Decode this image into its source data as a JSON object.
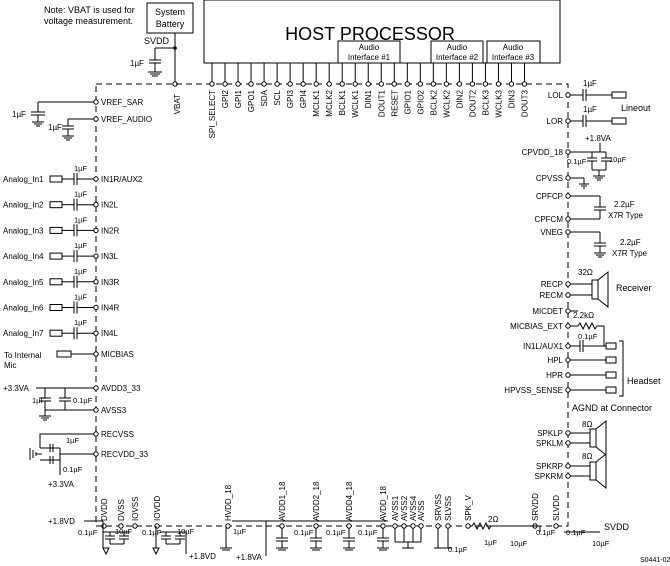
{
  "note": {
    "line1": "Note: VBAT is used for",
    "line2": "voltage measurement."
  },
  "system_battery": {
    "line1": "System",
    "line2": "Battery"
  },
  "host_processor": "HOST PROCESSOR",
  "audio_interfaces": [
    {
      "line1": "Audio",
      "line2": "Interface #1"
    },
    {
      "line1": "Audio",
      "line2": "Interface #2"
    },
    {
      "line1": "Audio",
      "line2": "Interface #3"
    }
  ],
  "top_pins": [
    "SPI_SELECT",
    "GPI2",
    "GPI1",
    "GPO1",
    "SDA",
    "SCL",
    "GPI3",
    "GPI4",
    "MCLK1",
    "MCLK2",
    "BCLK1",
    "WCLK1",
    "DIN1",
    "DOUT1",
    "RESET",
    "GPIO1",
    "GPIO2",
    "BCLK2",
    "WCLK2",
    "DIN2",
    "DOUT2",
    "BCLK3",
    "WCLK3",
    "DIN3",
    "DOUT3"
  ],
  "top_labels": {
    "svdd": "SVDD",
    "vbat": "VBAT",
    "cap": "1µF"
  },
  "left_pins": [
    {
      "pin": "VREF_SAR",
      "cap": "1µF"
    },
    {
      "pin": "VREF_AUDIO",
      "cap": "1µF"
    }
  ],
  "analog_inputs": [
    {
      "src": "Analog_In1",
      "pin": "IN1R/AUX2",
      "cap": "1µF"
    },
    {
      "src": "Analog_In2",
      "pin": "IN2L",
      "cap": "1µF"
    },
    {
      "src": "Analog_In3",
      "pin": "IN2R",
      "cap": "1µF"
    },
    {
      "src": "Analog_In4",
      "pin": "IN3L",
      "cap": "1µF"
    },
    {
      "src": "Analog_In5",
      "pin": "IN3R",
      "cap": "1µF"
    },
    {
      "src": "Analog_In6",
      "pin": "IN4R",
      "cap": "1µF"
    },
    {
      "src": "Analog_In7",
      "pin": "IN4L",
      "cap": "1µF"
    }
  ],
  "micbias": {
    "src_line1": "To Internal",
    "src_line2": "Mic",
    "pin": "MICBIAS"
  },
  "avdd3": {
    "supply": "+3.3VA",
    "pin_top": "AVDD3_33",
    "pin_bot": "AVSS3",
    "cap1": "1µF",
    "cap2": "0.1µF"
  },
  "recv": {
    "pin_top": "RECVSS",
    "pin_bot": "RECVDD_33",
    "cap1": "1µF",
    "cap2": "0.1µF",
    "supply": "+3.3VA"
  },
  "right_pins": {
    "lol": "LOL",
    "lor": "LOR",
    "lineout": "Lineout",
    "cap": "1µF",
    "cpvdd": "CPVDD_18",
    "supply18": "+1.8VA",
    "cap01": "0.1µF",
    "cap10": "10µF",
    "cpvss": "CPVSS",
    "cpfcp": "CPFCP",
    "cpfcm": "CPFCM",
    "vneg": "VNEG",
    "x7r_cap": "2.2µF",
    "x7r_type": "X7R Type",
    "recp": "RECP",
    "recm": "RECM",
    "rec_ohm": "32Ω",
    "receiver": "Receiver",
    "micdet": "MICDET",
    "micbias_ext": "MICBIAS_EXT",
    "res": "2.2kΩ",
    "in1l": "IN1L/AUX1",
    "in1l_cap": "0.1µF",
    "hpl": "HPL",
    "hpr": "HPR",
    "hpvss": "HPVSS_SENSE",
    "headset": "Headset",
    "agnd": "AGND at Connector",
    "spklp": "SPKLP",
    "spklm": "SPKLM",
    "spkrp": "SPKRP",
    "spkrm": "SPKRM",
    "spk_ohm": "8Ω"
  },
  "bottom_pins": [
    "DVDD",
    "DVSS",
    "IOVSS",
    "IOVDD",
    "HVDD_18",
    "AVDD1_18",
    "AVDD2_18",
    "AVDD4_18",
    "AVDD_18",
    "AVSS1",
    "AVSS2",
    "AVSS4",
    "AVSS",
    "SRVSS",
    "SLVSS",
    "SPK_V",
    "SRVDD",
    "SLVDD"
  ],
  "bottom_labels": {
    "plus18vd": "+1.8VD",
    "c01": "0.1µF",
    "c10": "10µF",
    "plus18vd_b": "+1.8VD",
    "plus18va_b": "+1.8VA",
    "res2": "2Ω",
    "svdd": "SVDD",
    "c1": "1µF"
  },
  "figure_id": "S0441-02"
}
